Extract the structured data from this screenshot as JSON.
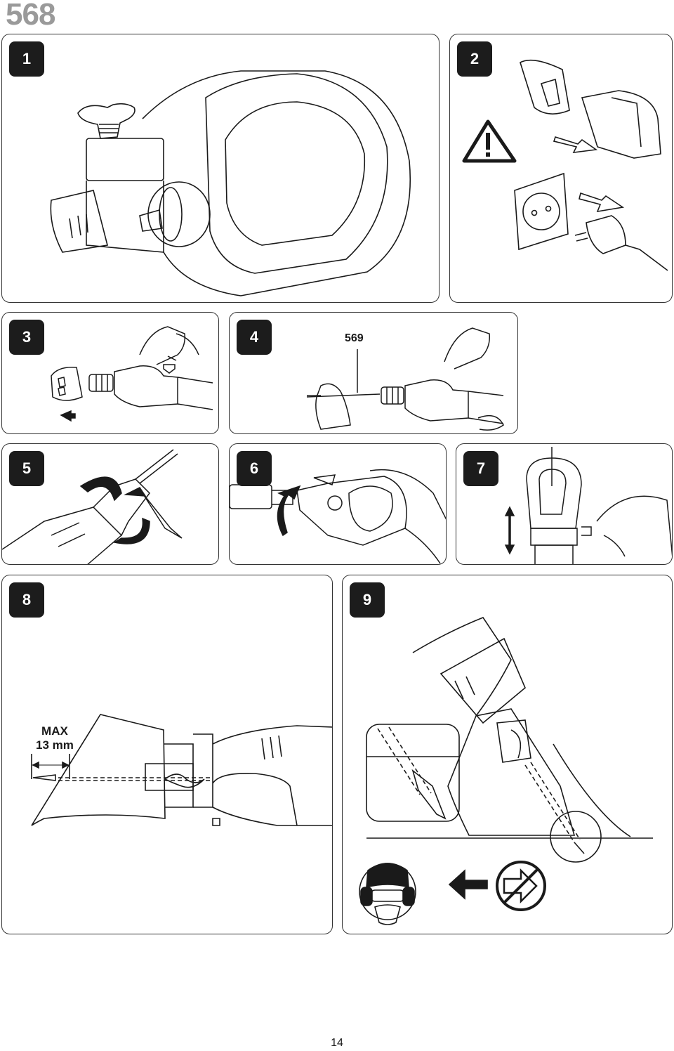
{
  "header": {
    "model_number": "568"
  },
  "panels": [
    {
      "number": "1"
    },
    {
      "number": "2"
    },
    {
      "number": "3"
    },
    {
      "number": "4",
      "label": "569"
    },
    {
      "number": "5"
    },
    {
      "number": "6"
    },
    {
      "number": "7"
    },
    {
      "number": "8",
      "max_label_line1": "MAX",
      "max_label_line2": "13 mm"
    },
    {
      "number": "9"
    }
  ],
  "footer": {
    "page_number": "14"
  },
  "icons": [
    "warning-triangle-icon",
    "arrow-icon",
    "power-socket-icon",
    "plug-icon",
    "safety-goggles-mask-icon",
    "no-push-arrow-icon"
  ]
}
